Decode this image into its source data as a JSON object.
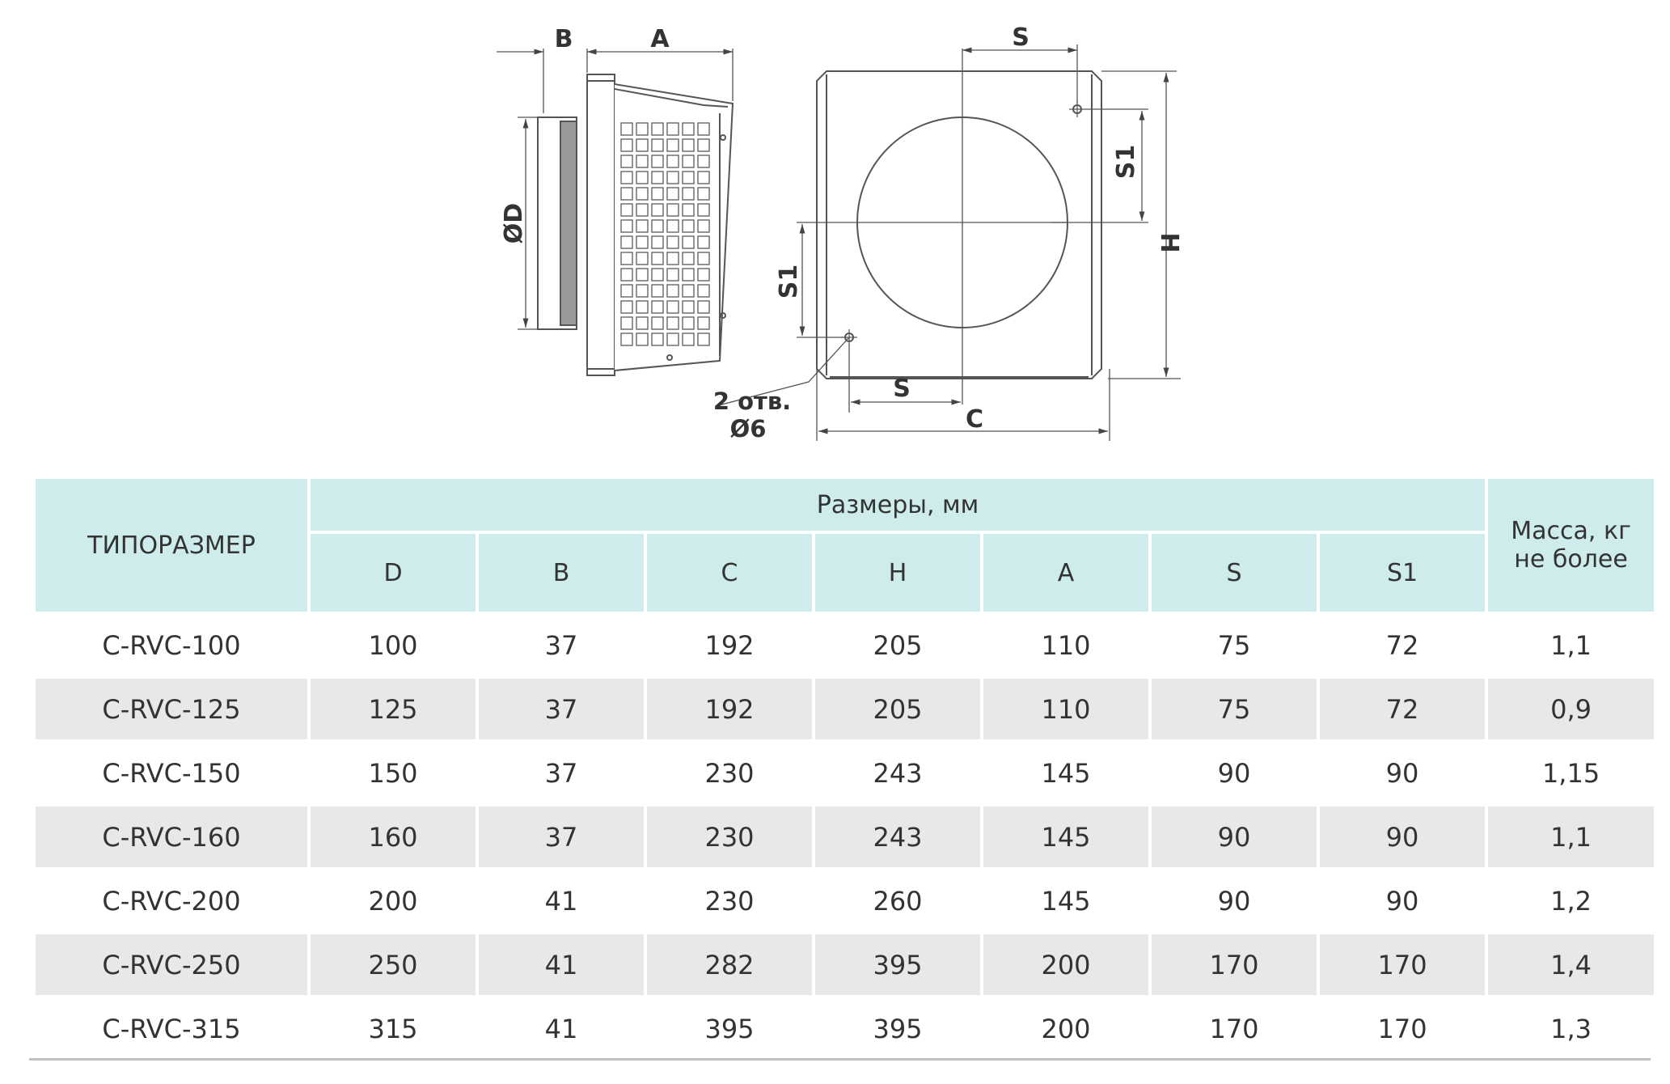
{
  "drawing": {
    "labels": {
      "b": "B",
      "a": "A",
      "d": "ØD",
      "s_top": "S",
      "s1_right": "S1",
      "h": "H",
      "s1_left": "S1",
      "s_bottom": "S",
      "c": "C",
      "holes_line1": "2 отв.",
      "holes_line2": "Ø6"
    }
  },
  "table": {
    "header": {
      "model": "ТИПОРАЗМЕР",
      "group": "Размеры, мм",
      "mass_line1": "Масса, кг",
      "mass_line2": "не более",
      "columns": [
        "D",
        "B",
        "C",
        "H",
        "A",
        "S",
        "S1"
      ]
    },
    "rows": [
      {
        "model": "C-RVC-100",
        "values": [
          "100",
          "37",
          "192",
          "205",
          "110",
          "75",
          "72"
        ],
        "mass": "1,1"
      },
      {
        "model": "C-RVC-125",
        "values": [
          "125",
          "37",
          "192",
          "205",
          "110",
          "75",
          "72"
        ],
        "mass": "0,9"
      },
      {
        "model": "C-RVC-150",
        "values": [
          "150",
          "37",
          "230",
          "243",
          "145",
          "90",
          "90"
        ],
        "mass": "1,15"
      },
      {
        "model": "C-RVC-160",
        "values": [
          "160",
          "37",
          "230",
          "243",
          "145",
          "90",
          "90"
        ],
        "mass": "1,1"
      },
      {
        "model": "C-RVC-200",
        "values": [
          "200",
          "41",
          "230",
          "260",
          "145",
          "90",
          "90"
        ],
        "mass": "1,2"
      },
      {
        "model": "C-RVC-250",
        "values": [
          "250",
          "41",
          "282",
          "395",
          "200",
          "170",
          "170"
        ],
        "mass": "1,4"
      },
      {
        "model": "C-RVC-315",
        "values": [
          "315",
          "41",
          "395",
          "395",
          "200",
          "170",
          "170"
        ],
        "mass": "1,3"
      }
    ]
  },
  "colors": {
    "header_bg": "#cdeceb",
    "alt_row_bg": "#e7e8e9",
    "line": "#555555"
  }
}
